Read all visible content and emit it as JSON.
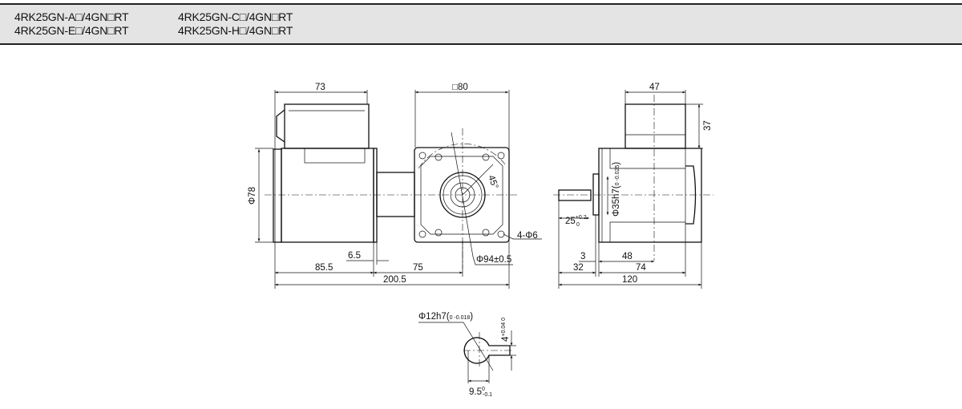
{
  "header": {
    "models": [
      "4RK25GN-A□/4GN□RT",
      "4RK25GN-C□/4GN□RT",
      "4RK25GN-E□/4GN□RT",
      "4RK25GN-H□/4GN□RT"
    ]
  },
  "front_view": {
    "d73": "73",
    "d80": "□80",
    "d78": "Φ78",
    "d45": "45°",
    "holes": "4-Φ6",
    "pcd": "Φ94±0.5",
    "d6_5": "6.5",
    "d85_5": "85.5",
    "d75": "75",
    "d200_5": "200.5"
  },
  "side_view": {
    "d47": "47",
    "d37": "37",
    "pilot": "Φ35h7(",
    "pilot_tol": "0 -0.025",
    ")": ")",
    "d25": "25",
    "d25_tol_up": "+0.2",
    "d25_tol_lo": "0",
    "d3": "3",
    "d48": "48",
    "d32": "32",
    "d74": "74",
    "d120": "120"
  },
  "shaft_section": {
    "dia": "Φ12h7(",
    "dia_tol": "0 -0.018",
    "close": ")",
    "key": "4",
    "key_tol": "+0.04 0",
    "width": "9.5",
    "width_tol_up": "0",
    "width_tol_lo": "-0.1"
  }
}
